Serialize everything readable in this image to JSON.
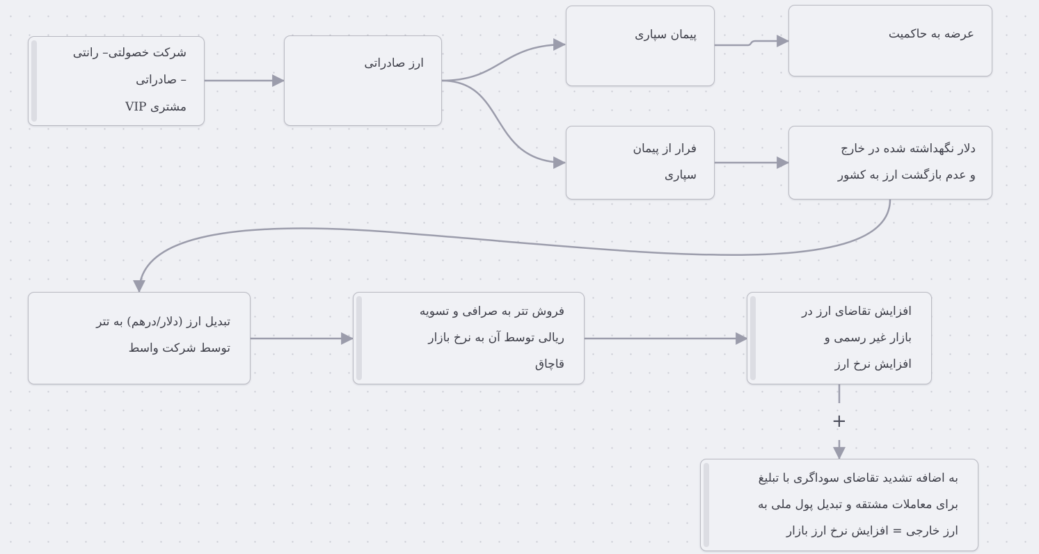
{
  "diagram": {
    "background_color": "#eff0f4",
    "edge_color": "#9b9cab",
    "nodes": [
      {
        "id": "vip_company",
        "text": "شرکت خصولتی– رانتی\n– صادراتی\nمشتری VIP",
        "has_bar": true
      },
      {
        "id": "export_currency",
        "text": "ارز صادراتی",
        "has_bar": false
      },
      {
        "id": "contracting",
        "text": "پیمان سپاری",
        "has_bar": false
      },
      {
        "id": "offer_to_government",
        "text": "عرضه به حاکمیت",
        "has_bar": false
      },
      {
        "id": "escape_contracting",
        "text": "فرار از پیمان\nسپاری",
        "has_bar": false
      },
      {
        "id": "dollar_kept_abroad",
        "text": "دلار نگهداشته شده در خارج\nو عدم بازگشت ارز به کشور",
        "has_bar": false
      },
      {
        "id": "convert_to_tether",
        "text": "تبدیل ارز (دلار/درهم) به تتر\nتوسط شرکت واسط",
        "has_bar": false
      },
      {
        "id": "sell_tether",
        "text": "فروش تتر به صرافی و تسویه\nریالی توسط آن به نرخ بازار\nقاچاق",
        "has_bar": true
      },
      {
        "id": "increase_demand",
        "text": "افزایش تقاضای ارز در\nبازار غیر رسمی و\nافزایش نرخ ارز",
        "has_bar": true
      },
      {
        "id": "speculation",
        "text": "به اضافه تشدید تقاضای سوداگری با تبلیغ\nبرای معاملات مشتقه و تبدیل پول ملی به\nارز خارجی = افزایش نرخ ارز بازار",
        "has_bar": true
      }
    ],
    "edges": [
      {
        "from": "vip_company",
        "to": "export_currency"
      },
      {
        "from": "export_currency",
        "to": "contracting"
      },
      {
        "from": "export_currency",
        "to": "escape_contracting"
      },
      {
        "from": "contracting",
        "to": "offer_to_government"
      },
      {
        "from": "escape_contracting",
        "to": "dollar_kept_abroad"
      },
      {
        "from": "dollar_kept_abroad",
        "to": "convert_to_tether"
      },
      {
        "from": "convert_to_tether",
        "to": "sell_tether"
      },
      {
        "from": "sell_tether",
        "to": "increase_demand"
      },
      {
        "from": "increase_demand",
        "to": "speculation",
        "label": "+"
      }
    ],
    "plus_label": "+"
  }
}
